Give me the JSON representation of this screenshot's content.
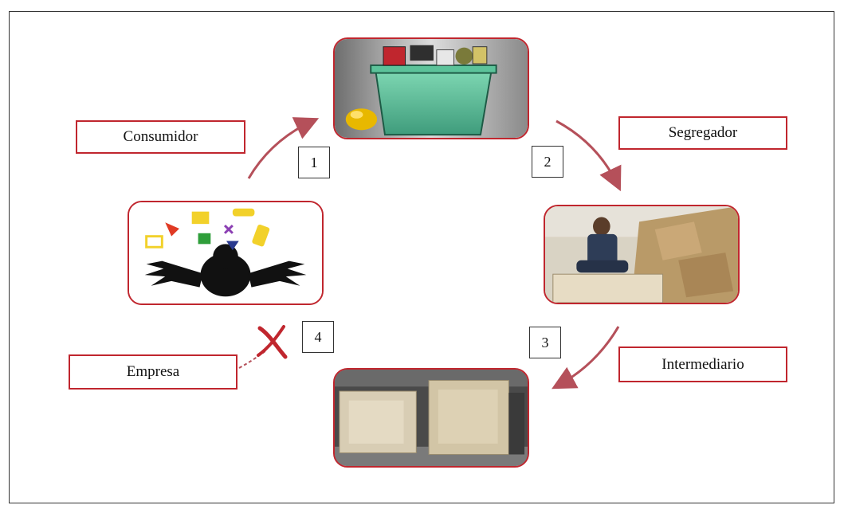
{
  "labels": {
    "consumidor": "Consumidor",
    "segregador": "Segregador",
    "intermediario": "Intermediario",
    "empresa": "Empresa"
  },
  "steps": [
    "1",
    "2",
    "3",
    "4"
  ],
  "colors": {
    "accent_red": "#c0262e",
    "arrow": "#b5505a"
  },
  "icons": {
    "cross": "cross-mark-icon"
  }
}
